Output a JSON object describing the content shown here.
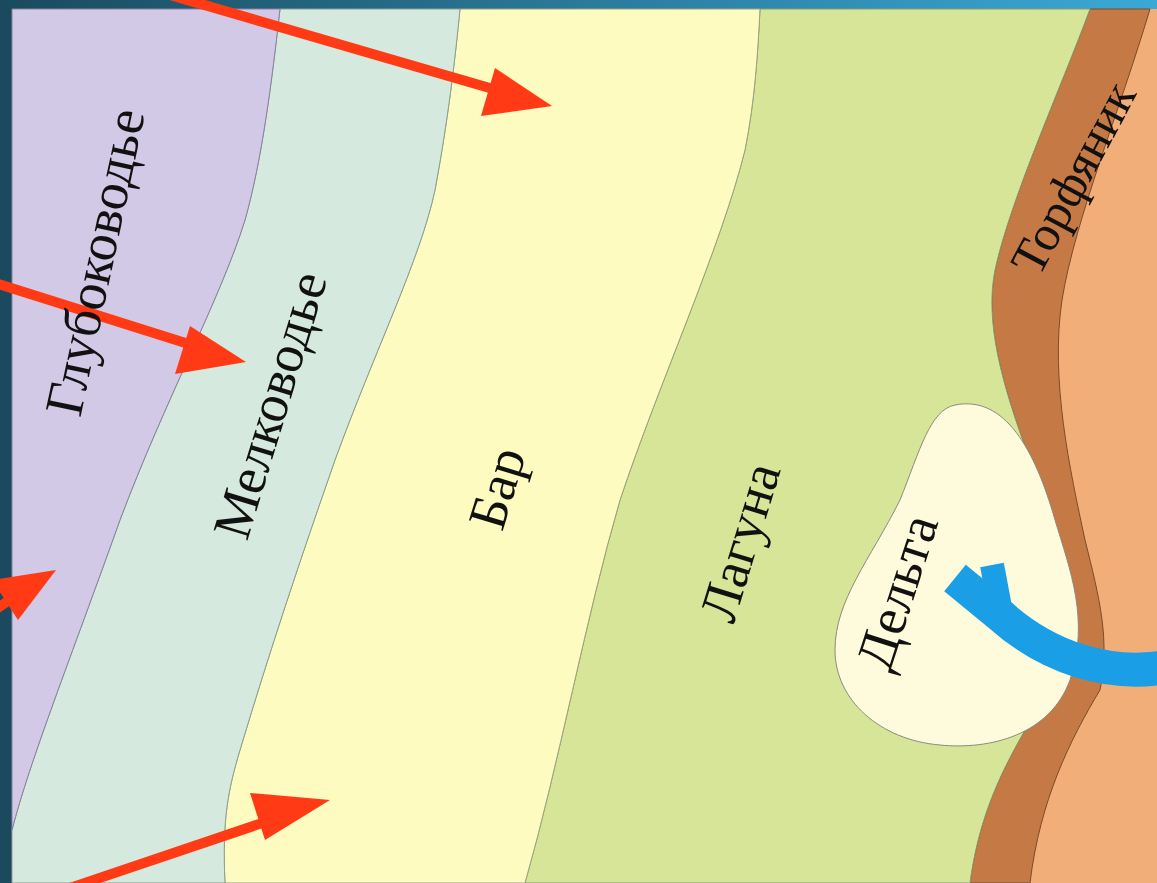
{
  "diagram": {
    "nodes": [
      {
        "text": [
          "Глубоководье"
        ]
      },
      {
        "text": [
          "Мелководье"
        ]
      },
      {
        "text": [
          "Бар"
        ]
      },
      {
        "text": [
          "Лагуна"
        ]
      },
      {
        "text": [
          "Дельта"
        ],
        "in": 3
      },
      {
        "text": [
          "Торфяник"
        ]
      }
    ]
  }
}
